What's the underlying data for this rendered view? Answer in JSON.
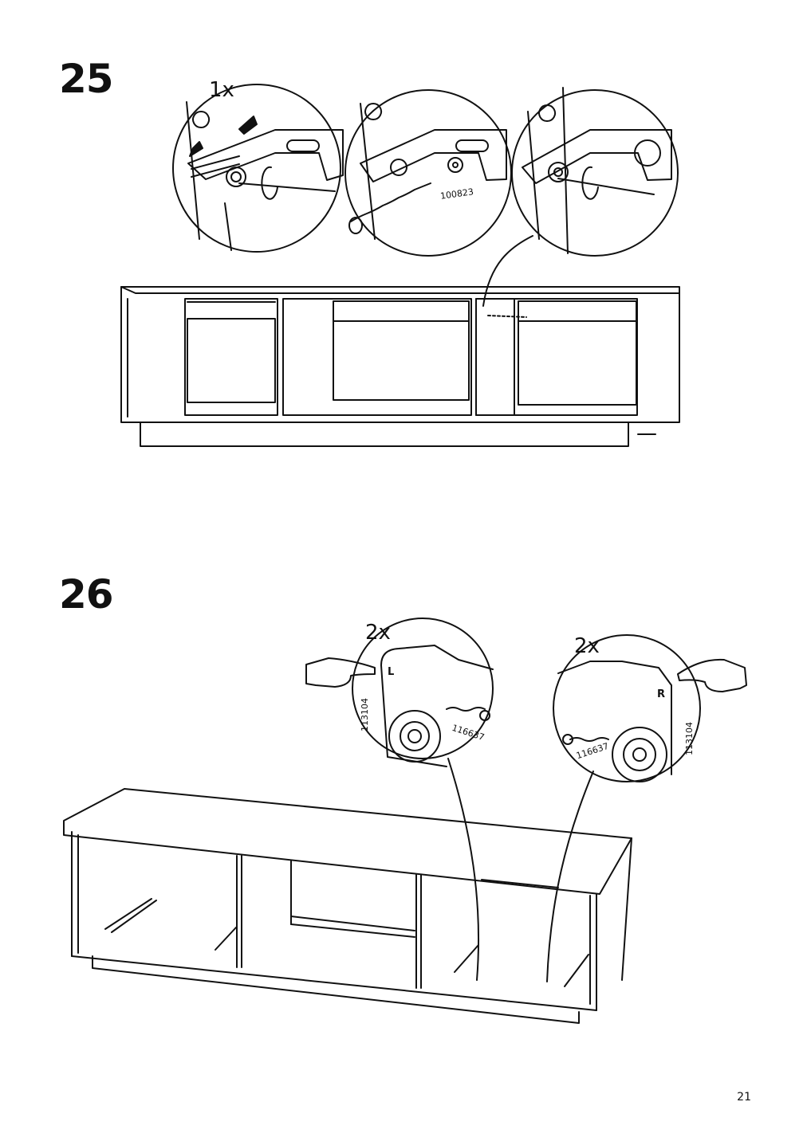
{
  "steps": [
    {
      "number": "25",
      "quantity": "1x",
      "part_numbers": [
        "100823"
      ]
    },
    {
      "number": "26",
      "quantity_left": "2x",
      "quantity_right": "2x",
      "label_left": "L",
      "label_right": "R",
      "part_numbers_left": [
        "113104",
        "116637"
      ],
      "part_numbers_right": [
        "116637",
        "113104"
      ]
    }
  ],
  "page_number": "21"
}
